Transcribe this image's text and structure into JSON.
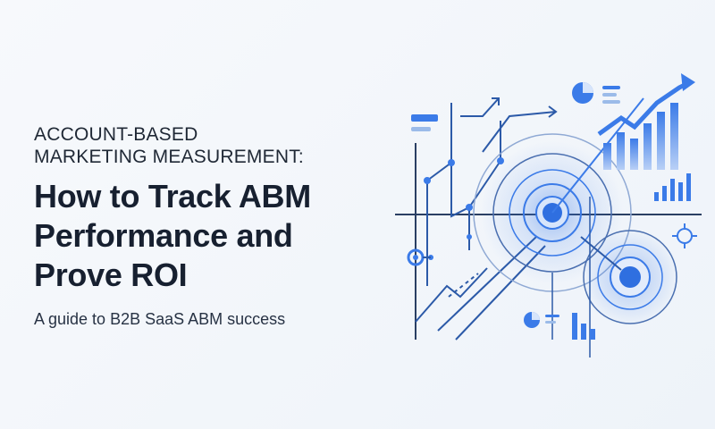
{
  "hero": {
    "eyebrow_line1": "ACCOUNT-BASED",
    "eyebrow_line2": "MARKETING MEASUREMENT:",
    "title_line1": "How to Track ABM",
    "title_line2": "Performance and",
    "title_line3": "Prove ROI",
    "subtitle": "A guide to B2B SaaS ABM success"
  },
  "colors": {
    "accent": "#3b7be8",
    "line": "#2c5aa8",
    "light_accent": "#8fb5f2"
  },
  "illustration": {
    "icons": [
      "pie-chart-icon",
      "bar-chart-icon",
      "target-icon",
      "trend-arrow-icon",
      "crosshair-icon",
      "list-icon"
    ]
  }
}
